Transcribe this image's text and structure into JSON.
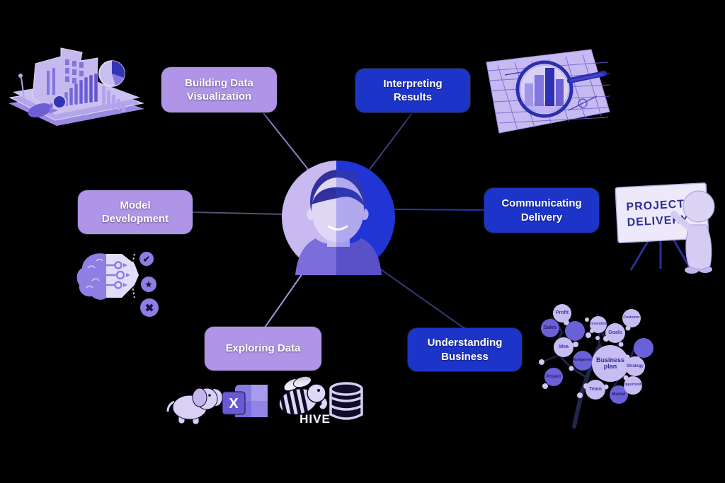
{
  "diagram": {
    "description": "Data scientist skills mind map with central avatar",
    "nodes": [
      {
        "id": "building-data-visualization",
        "line1": "Building Data",
        "line2": "Visualization",
        "style": "light"
      },
      {
        "id": "interpreting-results",
        "line1": "Interpreting",
        "line2": "Results",
        "style": "dark"
      },
      {
        "id": "model-development",
        "line1": "Model",
        "line2": "Development",
        "style": "light"
      },
      {
        "id": "communicating-delivery",
        "line1": "Communicating",
        "line2": "Delivery",
        "style": "dark"
      },
      {
        "id": "exploring-data",
        "line1": "Exploring Data",
        "line2": "",
        "style": "light"
      },
      {
        "id": "understanding-business",
        "line1": "Understanding",
        "line2": "Business",
        "style": "dark"
      }
    ]
  },
  "illustrations": {
    "project_board": {
      "line1": "PROJECT",
      "line2": "DELIVERY"
    },
    "hive": {
      "label": "HIVE"
    },
    "excel": {
      "letter": "X"
    },
    "business_tree": {
      "bubbles": [
        {
          "label": "Profit"
        },
        {
          "label": "Sales"
        },
        {
          "label": "Innovation"
        },
        {
          "label": "Goals"
        },
        {
          "label": "Customer"
        },
        {
          "label": "Idea"
        },
        {
          "label": "Management"
        },
        {
          "label": "Business plan"
        },
        {
          "label": "Strategy"
        },
        {
          "label": "Project"
        },
        {
          "label": "Team"
        },
        {
          "label": "Market"
        },
        {
          "label": "Opportunity"
        }
      ]
    }
  },
  "colors": {
    "background": "#000000",
    "light_node": "#af94e7",
    "dark_node": "#1d34c9",
    "node_text": "#ffffff",
    "avatar_left": "#c8baf0",
    "avatar_right": "#2134d4"
  }
}
